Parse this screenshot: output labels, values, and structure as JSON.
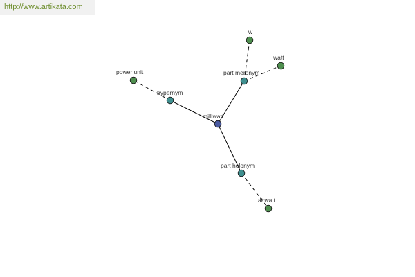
{
  "watermark": {
    "text": "http://www.artikata.com"
  },
  "colors": {
    "center": "#4a5aa0",
    "relation": "#3f8f8f",
    "leaf": "#4f8f4f",
    "outline": "#1a1a1a",
    "edge": "#000000"
  },
  "graph": {
    "nodes": [
      {
        "id": "milliwatt",
        "label": "milliwatt",
        "kind": "center"
      },
      {
        "id": "hypernym",
        "label": "hypernym",
        "kind": "relation"
      },
      {
        "id": "part_meronym",
        "label": "part meronym",
        "kind": "relation"
      },
      {
        "id": "part_holonym",
        "label": "part holonym",
        "kind": "relation"
      },
      {
        "id": "power_unit",
        "label": "power unit",
        "kind": "leaf"
      },
      {
        "id": "w",
        "label": "w",
        "kind": "leaf"
      },
      {
        "id": "watt",
        "label": "watt",
        "kind": "leaf"
      },
      {
        "id": "abwatt",
        "label": "abwatt",
        "kind": "leaf"
      }
    ],
    "edges": [
      {
        "from": "milliwatt",
        "to": "hypernym",
        "style": "solid"
      },
      {
        "from": "milliwatt",
        "to": "part_meronym",
        "style": "solid"
      },
      {
        "from": "milliwatt",
        "to": "part_holonym",
        "style": "solid"
      },
      {
        "from": "hypernym",
        "to": "power_unit",
        "style": "dashed"
      },
      {
        "from": "part_meronym",
        "to": "w",
        "style": "dashed"
      },
      {
        "from": "part_meronym",
        "to": "watt",
        "style": "dashed"
      },
      {
        "from": "part_holonym",
        "to": "abwatt",
        "style": "dashed"
      }
    ]
  }
}
